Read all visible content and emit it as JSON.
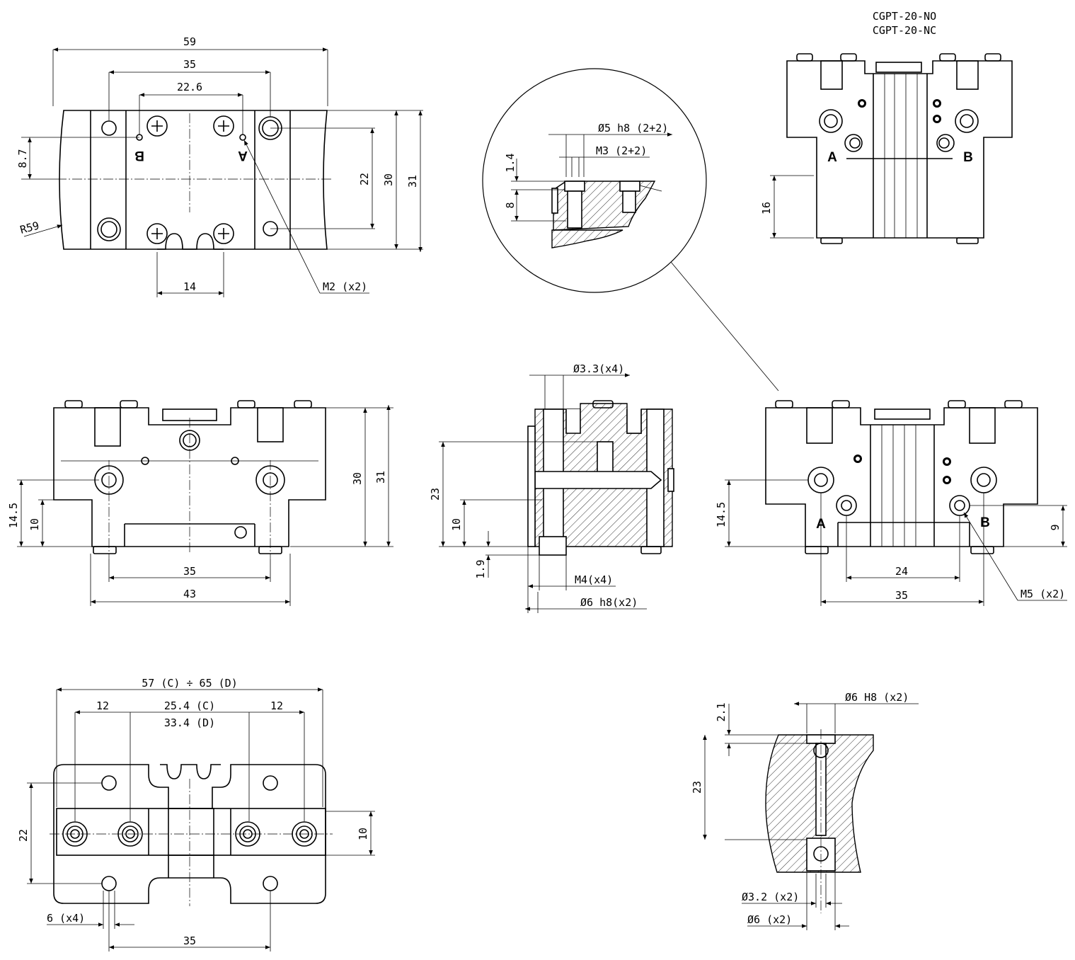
{
  "title": {
    "line1": "CGPT-20-NO",
    "line2": "CGPT-20-NC"
  },
  "top_view": {
    "d59": "59",
    "d35": "35",
    "d22_6": "22.6",
    "d8_7": "8.7",
    "d22": "22",
    "d30": "30",
    "d31": "31",
    "r59": "R59",
    "d14": "14",
    "m2": "M2 (x2)",
    "port_b": "B",
    "port_a": "A"
  },
  "detail": {
    "bore5": "Ø5 h8 (2+2)",
    "m3": "M3 (2+2)",
    "d1_4": "1.4",
    "d8": "8"
  },
  "right_top": {
    "port_a": "A",
    "port_b": "B",
    "d16": "16"
  },
  "front_view": {
    "d30": "30",
    "d31": "31",
    "d14_5": "14.5",
    "d10": "10",
    "d35": "35",
    "d43": "43"
  },
  "section": {
    "bore3_3": "Ø3.3(x4)",
    "d23": "23",
    "d10": "10",
    "d1_9": "1.9",
    "m4": "M4(x4)",
    "pin6": "Ø6 h8(x2)"
  },
  "right_front": {
    "port_a": "A",
    "port_b": "B",
    "d14_5": "14.5",
    "d9": "9",
    "d24": "24",
    "d35": "35",
    "m5": "M5 (x2)"
  },
  "bottom_view": {
    "overall": "57 (C) ÷ 65 (D)",
    "d12a": "12",
    "d25_4": "25.4 (C)",
    "d33_4": "33.4 (D)",
    "d12b": "12",
    "d22": "22",
    "d10": "10",
    "d6x4": "6 (x4)",
    "d35": "35"
  },
  "jaw_section": {
    "bore6H8": "Ø6 H8 (x2)",
    "d2_1": "2.1",
    "d23": "23",
    "bore3_2": "Ø3.2 (x2)",
    "bore6": "Ø6 (x2)"
  }
}
